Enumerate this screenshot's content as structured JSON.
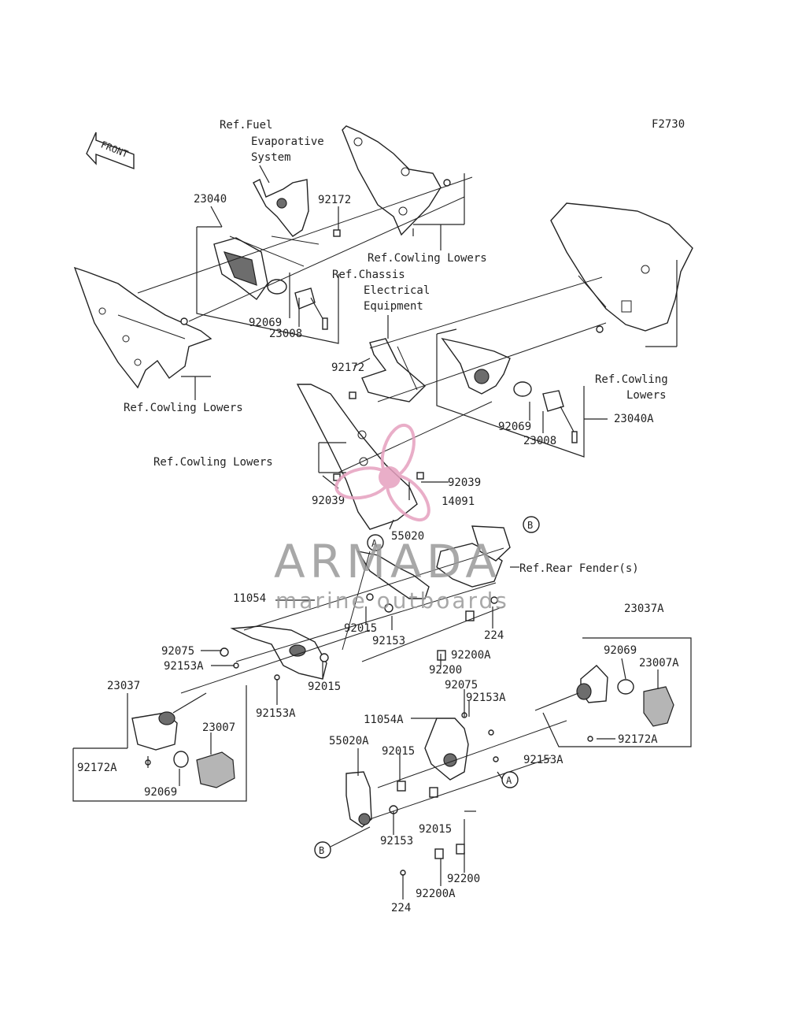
{
  "figure_code": "F2730",
  "front_arrow_label": "FRONT",
  "labels": {
    "ref_fuel": [
      "Ref.Fuel",
      "Evaporative",
      "System"
    ],
    "ref_cowling_top": "Ref.Cowling Lowers",
    "ref_chassis": [
      "Ref.Chassis",
      "Electrical",
      "Equipment"
    ],
    "ref_cowling_right": [
      "Ref.Cowling",
      "Lowers"
    ],
    "ref_cowling_left": "Ref.Cowling Lowers",
    "ref_cowling_mid": "Ref.Cowling Lowers",
    "ref_rear_fender": "Ref.Rear Fender(s)"
  },
  "parts": {
    "p23040": "23040",
    "p92172_top": "92172",
    "p92069_a": "92069",
    "p23008_a": "23008",
    "p92172_mid": "92172",
    "p92069_b": "92069",
    "p23008_b": "23008",
    "p23040A": "23040A",
    "p92039_r": "92039",
    "p92039_l": "92039",
    "p14091": "14091",
    "p55020": "55020",
    "p11054": "11054",
    "p92015_a": "92015",
    "p92153_a": "92153",
    "p224_a": "224",
    "p23037A": "23037A",
    "p92075_a": "92075",
    "p92153A_a": "92153A",
    "p92200A_a": "92200A",
    "p92200_a": "92200",
    "p92015_b": "92015",
    "p92153A_b": "92153A",
    "p23037": "23037",
    "p92075_b": "92075",
    "p92153A_c": "92153A",
    "p92069_c": "92069",
    "p23007A": "23007A",
    "p11054A": "11054A",
    "p92172A_r": "92172A",
    "p23007": "23007",
    "p92172A_l": "92172A",
    "p92069_d": "92069",
    "p55020A": "55020A",
    "p92015_c": "92015",
    "p92153A_d": "92153A",
    "p92153_b": "92153",
    "p92015_d": "92015",
    "p92200_b": "92200",
    "p92200A_b": "92200A",
    "p224_b": "224"
  },
  "callouts": {
    "A": "A",
    "B": "B"
  },
  "watermark": {
    "brand": "ARMADA",
    "tagline": "marine outboards",
    "color": "#e6a0bf"
  }
}
